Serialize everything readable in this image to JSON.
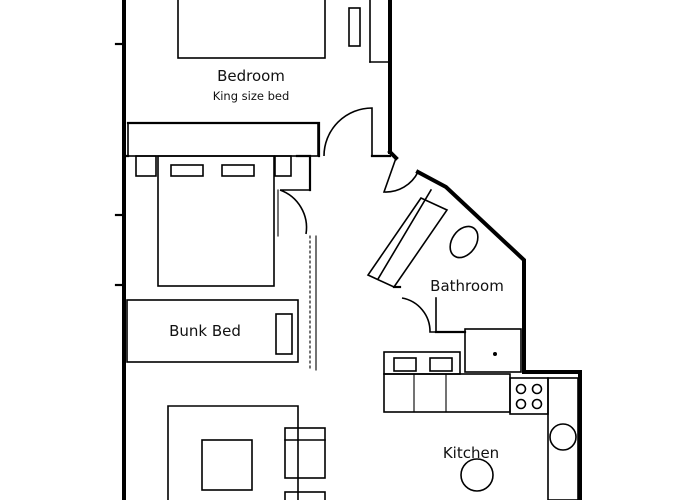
{
  "rooms": {
    "bedroom": {
      "label": "Bedroom",
      "sublabel": "King size bed"
    },
    "bunk": {
      "label": "Bunk Bed"
    },
    "bathroom": {
      "label": "Bathroom"
    },
    "kitchen": {
      "label": "Kitchen"
    }
  },
  "colors": {
    "line": "#000000",
    "background": "#ffffff"
  }
}
